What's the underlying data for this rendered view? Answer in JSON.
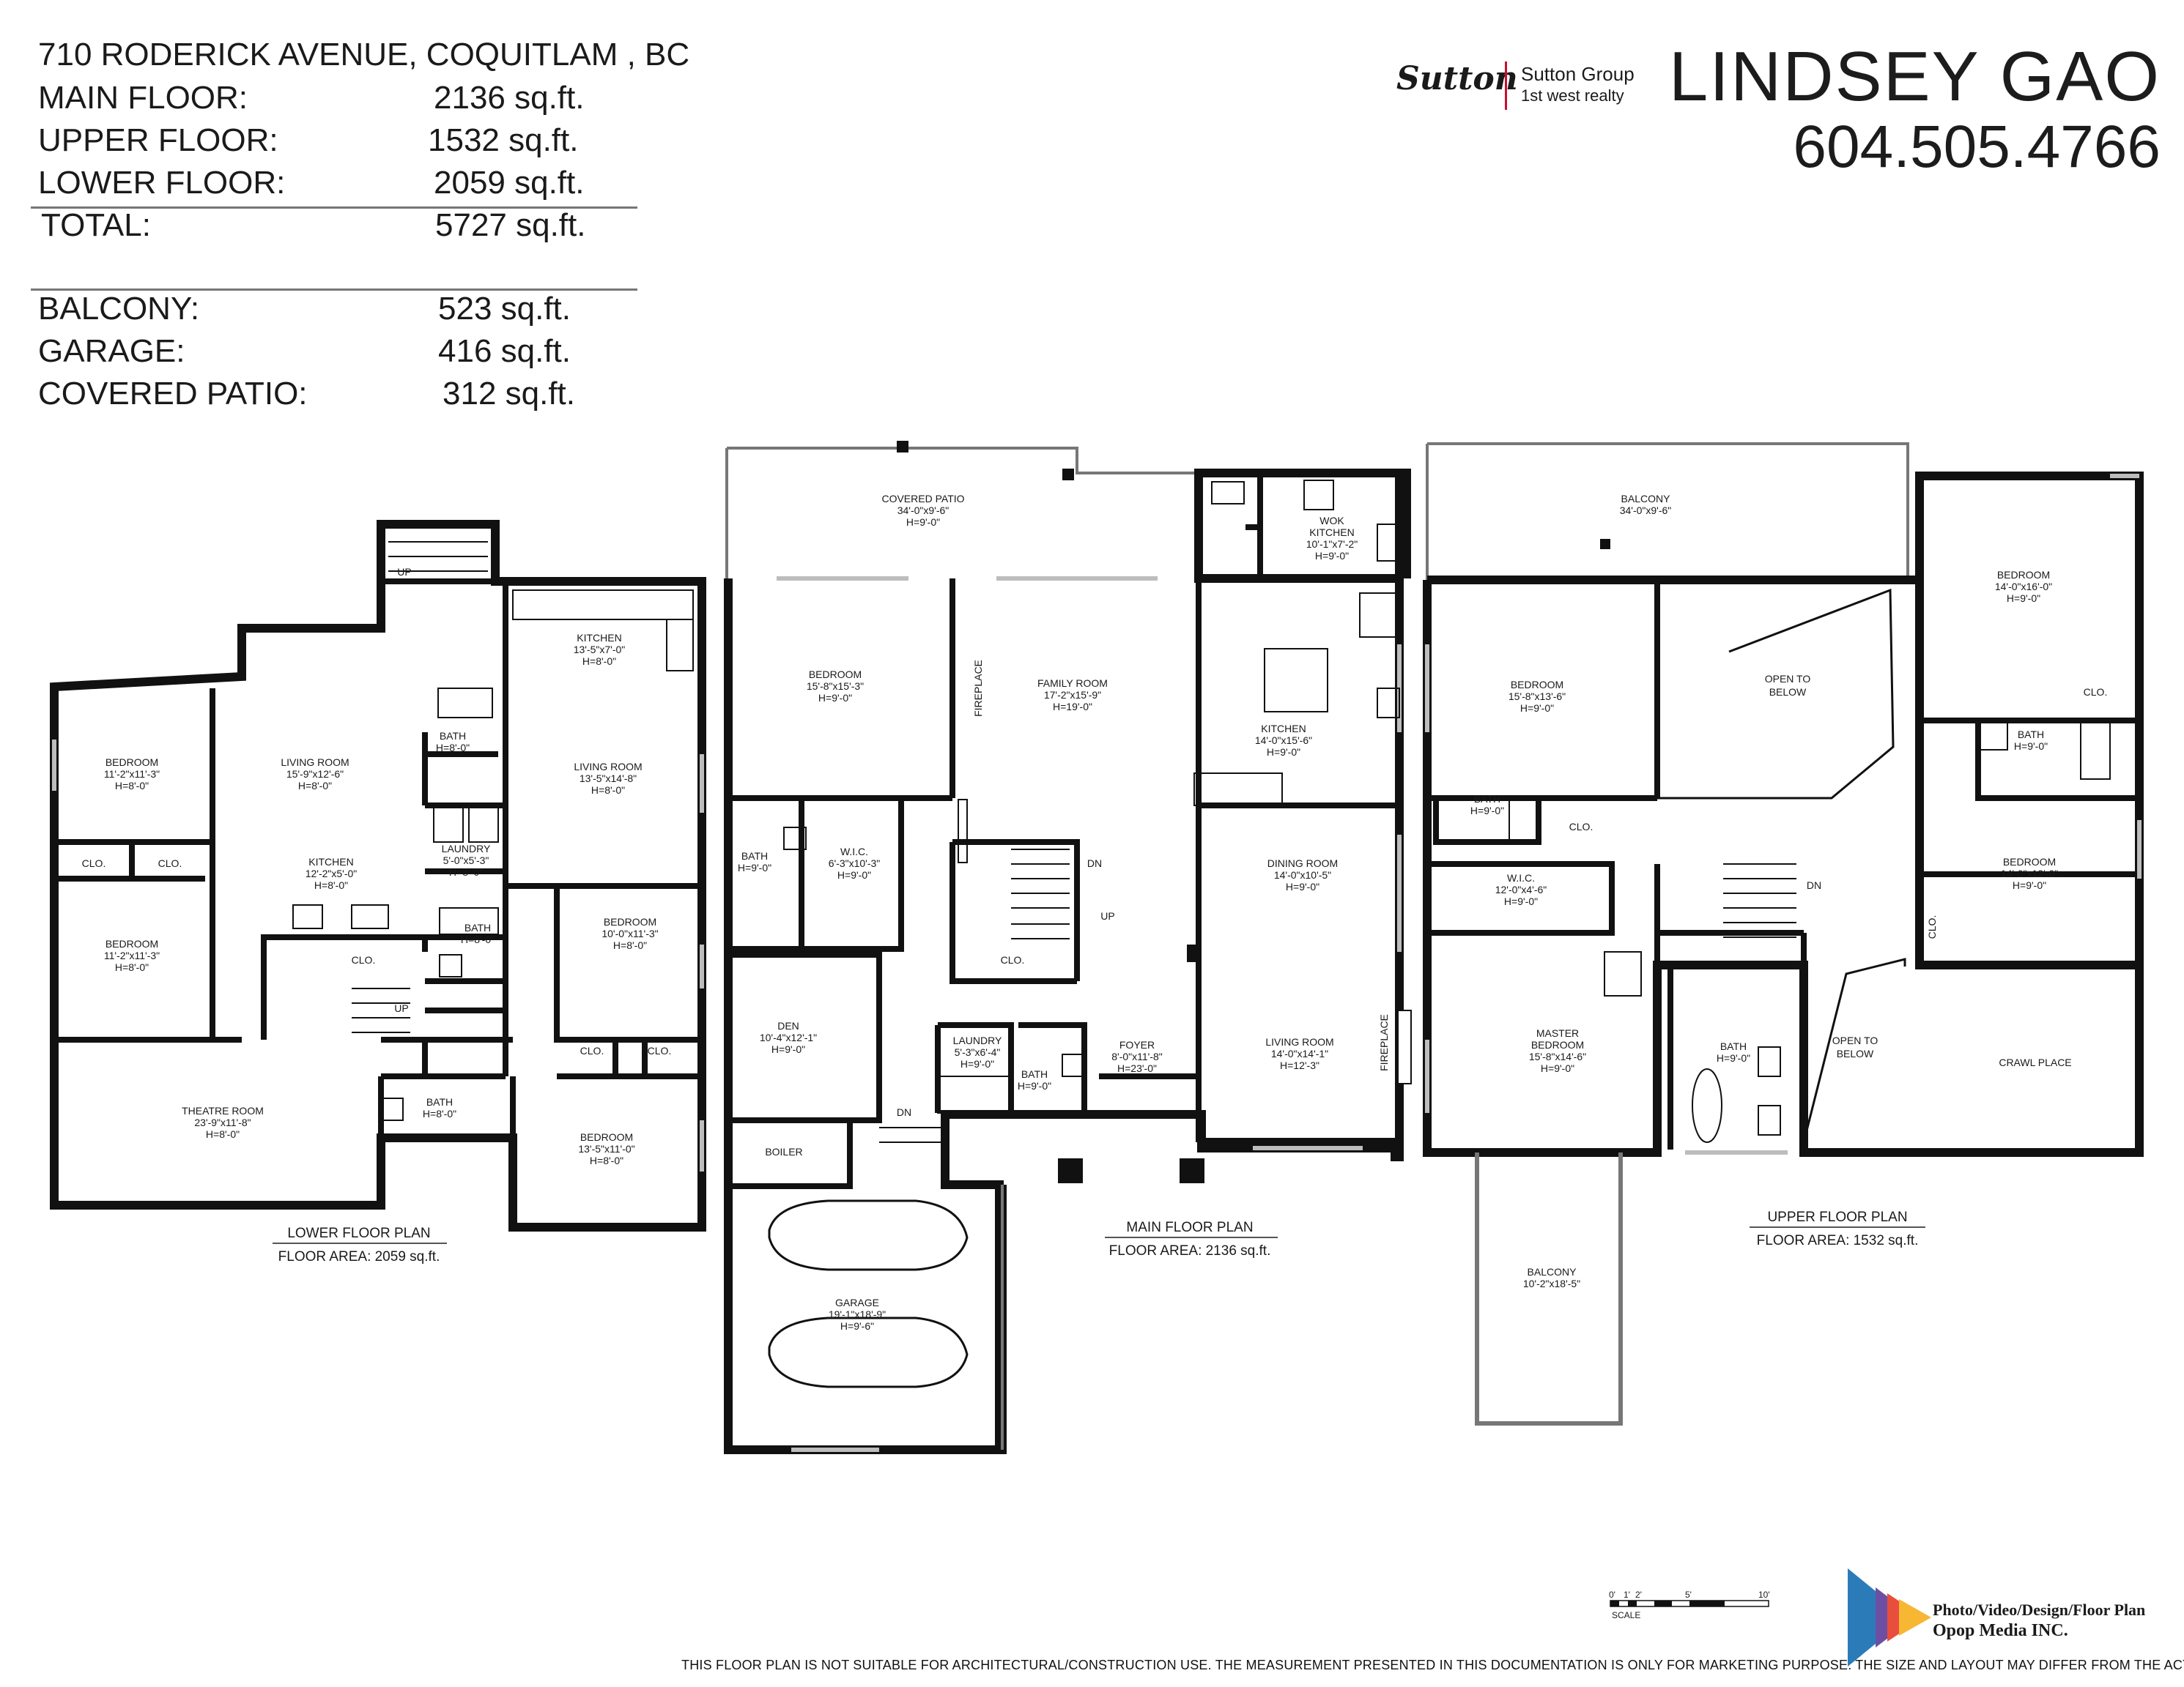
{
  "property": {
    "address": "710 RODERICK AVENUE, COQUITLAM , BC",
    "areas": [
      {
        "label": "MAIN FLOOR:",
        "value": "2136 sq.ft."
      },
      {
        "label": "UPPER FLOOR:",
        "value": "1532 sq.ft."
      },
      {
        "label": "LOWER FLOOR:",
        "value": "2059 sq.ft."
      },
      {
        "label": "TOTAL:",
        "value": "5727 sq.ft."
      },
      {
        "label": "BALCONY:",
        "value": "523 sq.ft."
      },
      {
        "label": "GARAGE:",
        "value": "416 sq.ft."
      },
      {
        "label": "COVERED PATIO:",
        "value": "312 sq.ft."
      }
    ]
  },
  "brand": {
    "logo_text": "Sutton",
    "company_line1": "Sutton Group",
    "company_line2": "1st west realty",
    "agent_name": "LINDSEY GAO",
    "agent_phone": "604.505.4766"
  },
  "plans": {
    "lower": {
      "title": "LOWER FLOOR PLAN",
      "area": "FLOOR AREA: 2059 sq.ft.",
      "rooms": [
        {
          "name": "BEDROOM",
          "dims": "11'-2\"x11'-3\"",
          "h": "H=8'-0\""
        },
        {
          "name": "LIVING ROOM",
          "dims": "15'-9\"x12'-6\"",
          "h": "H=8'-0\""
        },
        {
          "name": "KITCHEN",
          "dims": "13'-5\"x7'-0\"",
          "h": "H=8'-0\""
        },
        {
          "name": "LIVING ROOM",
          "dims": "13'-5\"x14'-8\"",
          "h": "H=8'-0\""
        },
        {
          "name": "BATH",
          "dims": "",
          "h": "H=8'-0\""
        },
        {
          "name": "LAUNDRY",
          "dims": "5'-0\"x5'-3\"",
          "h": "H=8'-0\""
        },
        {
          "name": "KITCHEN",
          "dims": "12'-2\"x5'-0\"",
          "h": "H=8'-0\""
        },
        {
          "name": "BEDROOM",
          "dims": "11'-2\"x11'-3\"",
          "h": "H=8'-0\""
        },
        {
          "name": "BATH",
          "dims": "",
          "h": "H=8'-0\""
        },
        {
          "name": "BEDROOM",
          "dims": "10'-0\"x11'-3\"",
          "h": "H=8'-0\""
        },
        {
          "name": "THEATRE ROOM",
          "dims": "23'-9\"x11'-8\"",
          "h": "H=8'-0\""
        },
        {
          "name": "BATH",
          "dims": "",
          "h": "H=8'-0\""
        },
        {
          "name": "BEDROOM",
          "dims": "13'-5\"x11'-0\"",
          "h": "H=8'-0\""
        }
      ],
      "labels": [
        "CLO.",
        "CLO.",
        "CLO.",
        "CLO.",
        "CLO.",
        "UP",
        "UP"
      ]
    },
    "main": {
      "title": "MAIN FLOOR PLAN",
      "area": "FLOOR AREA: 2136 sq.ft.",
      "rooms": [
        {
          "name": "COVERED PATIO",
          "dims": "34'-0\"x9'-6\"",
          "h": "H=9'-0\""
        },
        {
          "name": "WOK",
          "dims": "KITCHEN",
          "h": "10'-1\"x7'-2\""
        },
        {
          "name": "BEDROOM",
          "dims": "15'-8\"x15'-3\"",
          "h": "H=9'-0\""
        },
        {
          "name": "FAMILY ROOM",
          "dims": "17'-2\"x15'-9\"",
          "h": "H=19'-0\""
        },
        {
          "name": "KITCHEN",
          "dims": "14'-0\"x15'-6\"",
          "h": "H=9'-0\""
        },
        {
          "name": "BATH",
          "dims": "",
          "h": "H=9'-0\""
        },
        {
          "name": "W.I.C.",
          "dims": "6'-3\"x10'-3\"",
          "h": "H=9'-0\""
        },
        {
          "name": "DINING ROOM",
          "dims": "14'-0\"x10'-5\"",
          "h": "H=9'-0\""
        },
        {
          "name": "DEN",
          "dims": "10'-4\"x12'-1\"",
          "h": "H=9'-0\""
        },
        {
          "name": "LAUNDRY",
          "dims": "5'-3\"x6'-4\"",
          "h": "H=9'-0\""
        },
        {
          "name": "BATH",
          "dims": "",
          "h": "H=9'-0\""
        },
        {
          "name": "FOYER",
          "dims": "8'-0\"x11'-8\"",
          "h": "H=23'-0\""
        },
        {
          "name": "LIVING ROOM",
          "dims": "14'-0\"x14'-1\"",
          "h": "H=12'-3\""
        },
        {
          "name": "GARAGE",
          "dims": "19'-1\"x18'-9\"",
          "h": "H=9'-6\""
        }
      ],
      "wok_h": "H=9'-0\"",
      "labels": [
        "FIREPLACE",
        "FIREPLACE",
        "DN",
        "UP",
        "CLO.",
        "DN",
        "BOILER"
      ]
    },
    "upper": {
      "title": "UPPER FLOOR PLAN",
      "area": "FLOOR AREA: 1532 sq.ft.",
      "rooms": [
        {
          "name": "BALCONY",
          "dims": "34'-0\"x9'-6\"",
          "h": ""
        },
        {
          "name": "BEDROOM",
          "dims": "14'-0\"x16'-0\"",
          "h": "H=9'-0\""
        },
        {
          "name": "BEDROOM",
          "dims": "15'-8\"x13'-6\"",
          "h": "H=9'-0\""
        },
        {
          "name": "BATH",
          "dims": "",
          "h": "H=9'-0\""
        },
        {
          "name": "BATH",
          "dims": "",
          "h": "H=9'-0\""
        },
        {
          "name": "W.I.C.",
          "dims": "12'-0\"x4'-6\"",
          "h": "H=9'-0\""
        },
        {
          "name": "BEDROOM",
          "dims": "14'-0\"x12'-0\"",
          "h": "H=9'-0\""
        },
        {
          "name": "MASTER",
          "dims": "BEDROOM",
          "h": "15'-8\"x14'-6\""
        },
        {
          "name": "BATH",
          "dims": "",
          "h": "H=9'-0\""
        },
        {
          "name": "BALCONY",
          "dims": "10'-2\"x18'-5\"",
          "h": ""
        }
      ],
      "master_h": "H=9'-0\"",
      "open1": [
        "OPEN TO",
        "BELOW"
      ],
      "open2": [
        "OPEN TO",
        "BELOW"
      ],
      "crawl": "CRAWL PLACE",
      "labels": [
        "CLO.",
        "CLO.",
        "CLO.",
        "DN"
      ]
    }
  },
  "scale": {
    "ticks": [
      "0'",
      "1'",
      "2'",
      "5'",
      "10'"
    ],
    "label": "SCALE"
  },
  "credit": {
    "line1": "Photo/Video/Design/Floor Plan",
    "line2": "Opop Media INC."
  },
  "disclaimer": "THIS FLOOR PLAN IS NOT SUITABLE FOR ARCHITECTURAL/CONSTRUCTION USE. THE MEASUREMENT PRESENTED IN THIS DOCUMENTATION IS ONLY FOR MARKETING PURPOSE. THE SIZE AND LAYOUT MAY DIFFER FROM THE ACTUAL BUILDING.",
  "colors": {
    "wall": "#111111",
    "window": "#bdbdbd",
    "text": "#1a1a1a",
    "credit_logo": [
      "#2b7bb9",
      "#e94e3c",
      "#f7b733",
      "#6c4fa3"
    ]
  }
}
